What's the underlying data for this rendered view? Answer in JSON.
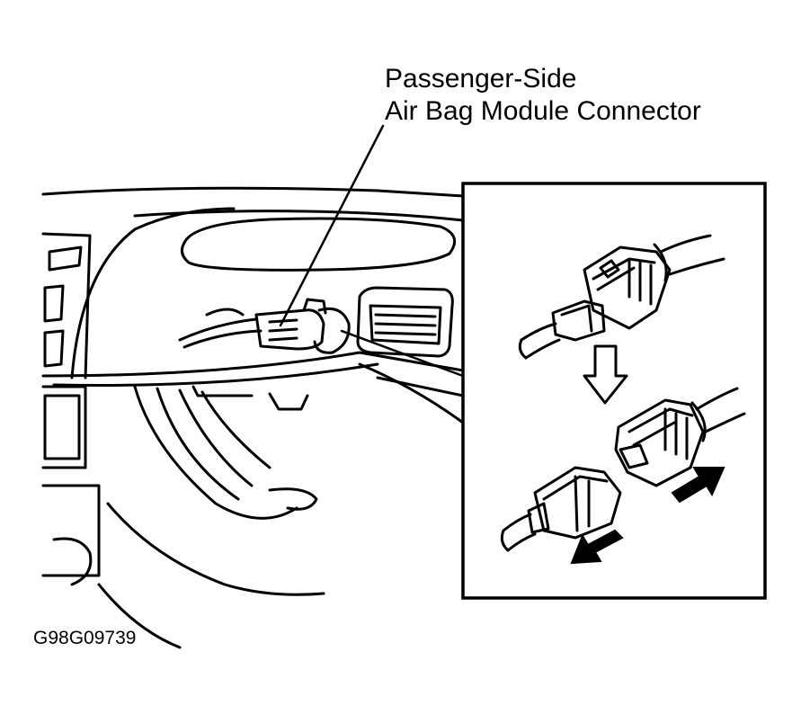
{
  "callout": {
    "line1": "Passenger-Side",
    "line2": "Air Bag Module Connector"
  },
  "figure_id": "G98G09739",
  "colors": {
    "ink": "#000000",
    "paper": "#ffffff"
  }
}
